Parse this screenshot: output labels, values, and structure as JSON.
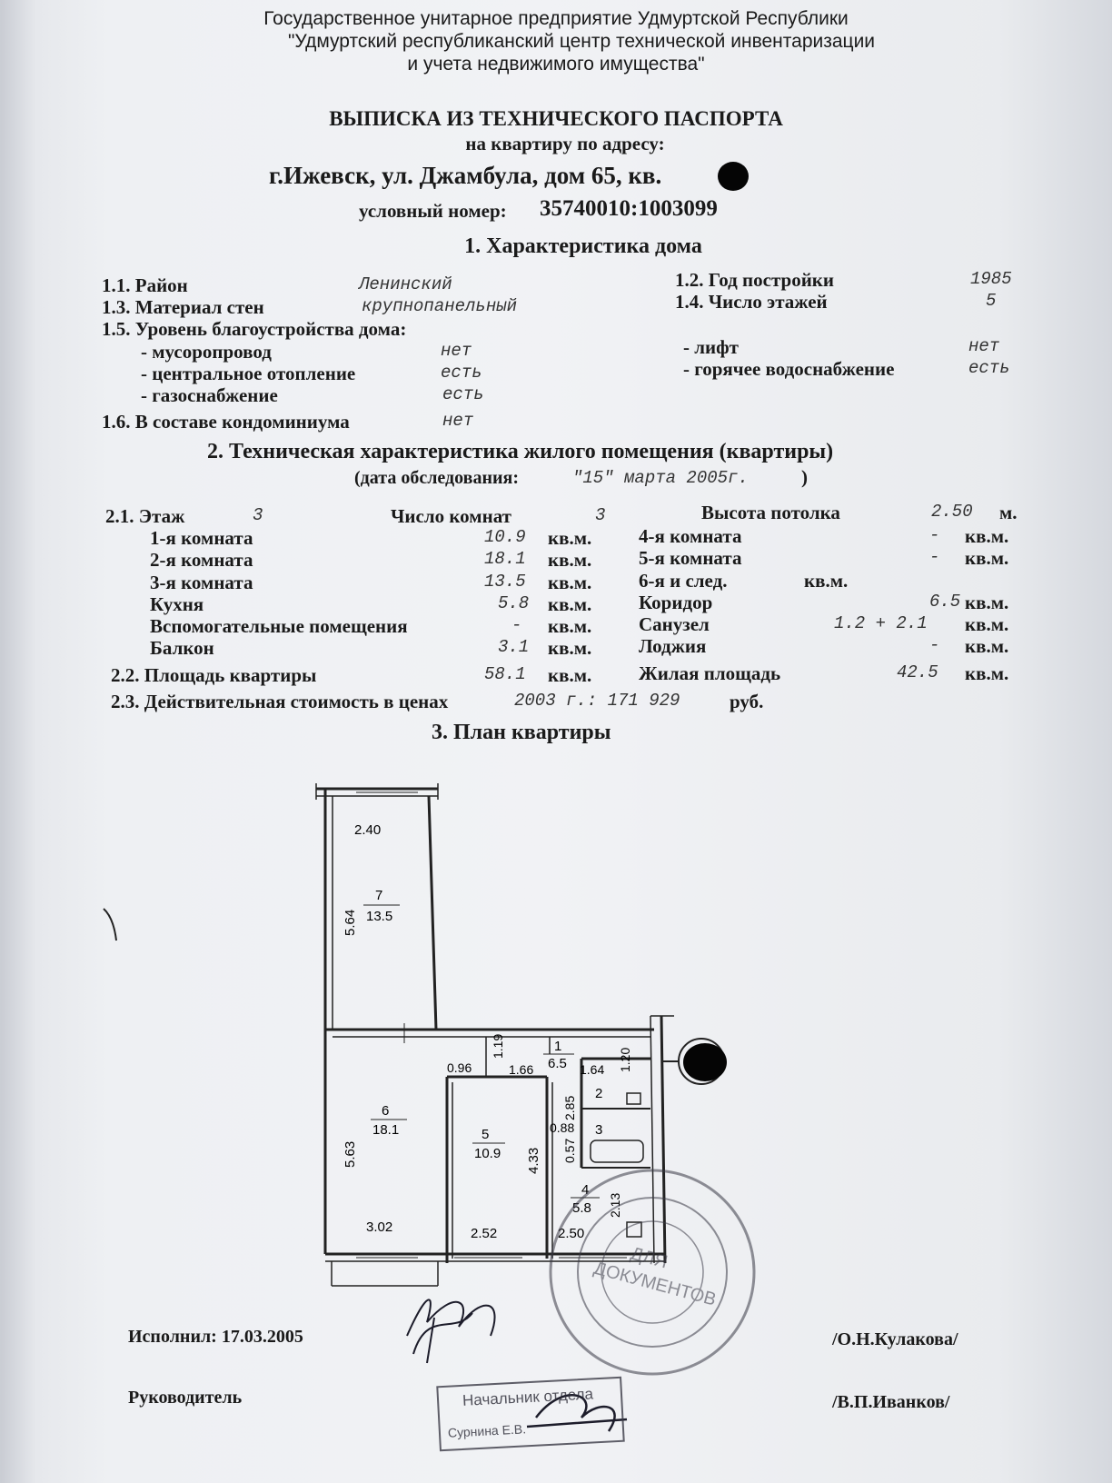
{
  "header": {
    "org_line1": "Государственное унитарное предприятие Удмуртской Республики",
    "org_line2": "\"Удмуртский республиканский центр технической инвентаризации",
    "org_line3": "и учета недвижимого имущества\""
  },
  "title": {
    "main": "ВЫПИСКА ИЗ ТЕХНИЧЕСКОГО ПАСПОРТА",
    "sub": "на квартиру по адресу:",
    "address": "г.Ижевск, ул. Джамбула, дом 65, кв.",
    "cond_label": "условный номер:",
    "cond_number": "35740010:1003099"
  },
  "section1": {
    "heading": "1. Характеристика дома",
    "district_label": "1.1. Район",
    "district_value": "Ленинский",
    "year_label": "1.2. Год постройки",
    "year_value": "1985",
    "wall_label": "1.3. Материал стен",
    "wall_value": "крупнопанельный",
    "floors_label": "1.4. Число этажей",
    "floors_value": "5",
    "amenities_label": "1.5. Уровень благоустройства дома:",
    "chute_label": "- мусоропровод",
    "chute_value": "нет",
    "heating_label": "- центральное отопление",
    "heating_value": "есть",
    "gas_label": "- газоснабжение",
    "gas_value": "есть",
    "lift_label": "- лифт",
    "lift_value": "нет",
    "hotwater_label": "- горячее водоснабжение",
    "hotwater_value": "есть",
    "condo_label": "1.6. В составе кондоминиума",
    "condo_value": "нет"
  },
  "section2": {
    "heading": "2. Техническая характеристика жилого помещения (квартиры)",
    "survey_prefix": "(дата обследования:",
    "survey_date": "\"15\" марта 2005г.",
    "survey_suffix": ")",
    "floor_label": "2.1. Этаж",
    "floor_value": "3",
    "rooms_label": "Число комнат",
    "rooms_value": "3",
    "ceiling_label": "Высота потолка",
    "ceiling_value": "2.50",
    "ceiling_unit": "м.",
    "unit": "кв.м.",
    "room1_label": "1-я комната",
    "room1_value": "10.9",
    "room2_label": "2-я комната",
    "room2_value": "18.1",
    "room3_label": "3-я комната",
    "room3_value": "13.5",
    "kitchen_label": "Кухня",
    "kitchen_value": "5.8",
    "aux_label": "Вспомогательные помещения",
    "aux_value": "-",
    "balcony_label": "Балкон",
    "balcony_value": "3.1",
    "room4_label": "4-я комната",
    "room4_value": "-",
    "room5_label": "5-я комната",
    "room5_value": "-",
    "room6_label": "6-я и след.",
    "corridor_label": "Коридор",
    "corridor_value": "6.5",
    "bath_label": "Санузел",
    "bath_value": "1.2 + 2.1",
    "loggia_label": "Лоджия",
    "loggia_value": "-",
    "total_label": "2.2. Площадь квартиры",
    "total_value": "58.1",
    "living_label": "Жилая площадь",
    "living_value": "42.5",
    "cost_label": "2.3. Действительная стоимость в ценах",
    "cost_value": "2003 г.: 171 929",
    "cost_unit": "руб."
  },
  "section3": {
    "heading": "3. План квартиры",
    "plan": {
      "r7_num": "7",
      "r7_area": "13.5",
      "r7_w": "2.40",
      "r7_h": "5.64",
      "r6_num": "6",
      "r6_area": "18.1",
      "r6_w": "3.02",
      "r6_h": "5.63",
      "r5_num": "5",
      "r5_area": "10.9",
      "r5_w": "2.52",
      "r5_h": "4.33",
      "r1_num": "1",
      "r1_area": "6.5",
      "r4_num": "4",
      "r4_area": "5.8",
      "r4_w": "2.50",
      "r4_h": "2.13",
      "r2_num": "2",
      "r3_num": "3",
      "d_096": "0.96",
      "d_119": "1.19",
      "d_166": "1.66",
      "d_164": "1.64",
      "d_120": "1.20",
      "d_285": "2.85",
      "d_088": "0.88",
      "d_057": "0.57"
    }
  },
  "footer": {
    "executed_label": "Исполнил: 17.03.2005",
    "executor_name": "/О.Н.Кулакова/",
    "head_label": "Руководитель",
    "head_name": "/В.П.Иванков/",
    "stamp_title": "Начальник отдела",
    "stamp_name": "Сурнина Е.В.",
    "seal_center1": "ДЛЯ",
    "seal_center2": "ДОКУМЕНТОВ"
  }
}
